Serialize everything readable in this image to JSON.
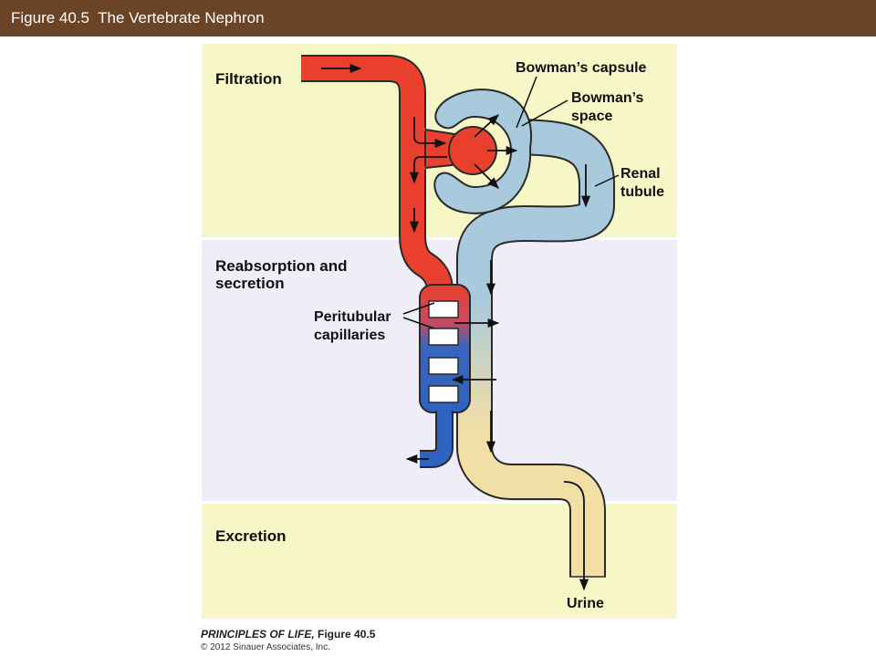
{
  "header": {
    "title": "Figure 40.5  The Vertebrate Nephron"
  },
  "diagram": {
    "zones": {
      "filtration": "Filtration",
      "reabsorption_line1": "Reabsorption and",
      "reabsorption_line2": "secretion",
      "excretion": "Excretion"
    },
    "labels": {
      "bowmans_capsule": "Bowman’s capsule",
      "bowmans_space_line1": "Bowman’s",
      "bowmans_space_line2": "space",
      "renal_tubule_line1": "Renal",
      "renal_tubule_line2": "tubule",
      "peritubular_line1": "Peritubular",
      "peritubular_line2": "capillaries",
      "urine": "Urine"
    },
    "colors": {
      "zone_yellow": "#f7f6c6",
      "zone_lavender": "#eeedf8",
      "blood_red": "#e8402c",
      "blood_blue": "#2f63c0",
      "tubule_blue": "#a9c9dc",
      "tubule_tan": "#f2dfa6",
      "outline": "#2a2a2a"
    }
  },
  "credit": {
    "line1_prefix": "PRINCIPLES OF LIFE, ",
    "line1_figure": "Figure 40.5",
    "line2": "© 2012 Sinauer Associates, Inc."
  }
}
